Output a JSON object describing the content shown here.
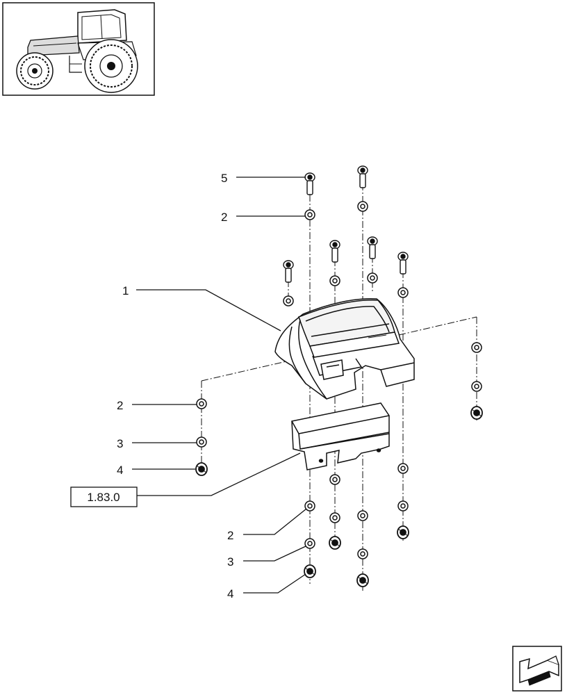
{
  "callouts": [
    {
      "id": "c5a",
      "number": "5"
    },
    {
      "id": "c2a",
      "number": "2"
    },
    {
      "id": "c1",
      "number": "1"
    },
    {
      "id": "c2b",
      "number": "2"
    },
    {
      "id": "c3a",
      "number": "3"
    },
    {
      "id": "c4a",
      "number": "4"
    },
    {
      "id": "c2c",
      "number": "2"
    },
    {
      "id": "c3b",
      "number": "3"
    },
    {
      "id": "c4b",
      "number": "4"
    }
  ],
  "reference_box": {
    "text": "1.83.0"
  },
  "icons": {
    "thumbnail": "tractor-thumbnail-icon",
    "navigation": "page-navigation-arrow-icon"
  },
  "colors": {
    "line": "#111111",
    "background": "#ffffff"
  }
}
